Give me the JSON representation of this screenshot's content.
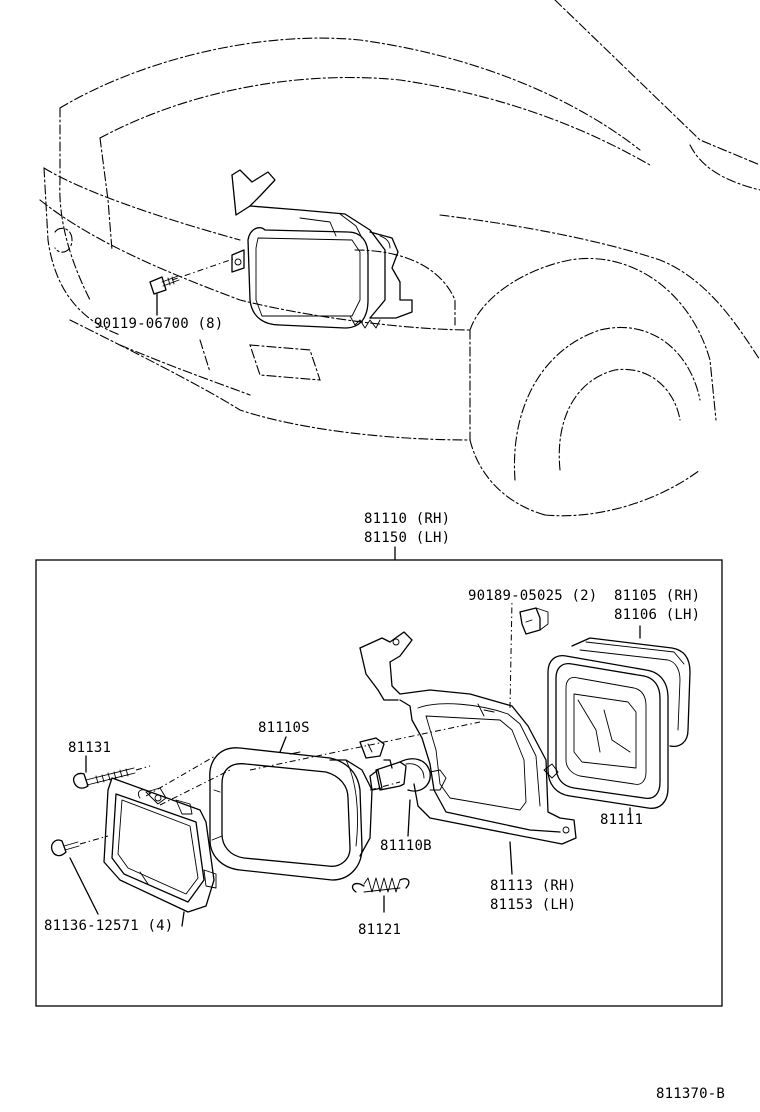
{
  "labels": {
    "top_bolt": "90119-06700 (8)",
    "assy_rh": "81110 (RH)",
    "assy_lh": "81150 (LH)",
    "clip": "90189-05025 (2)",
    "cover_rh": "81105 (RH)",
    "cover_lh": "81106 (LH)",
    "screw": "81131",
    "lamp_unit": "81110S",
    "bulb": "81110B",
    "gasket": "81111",
    "small_screw": "81136-12571 (4)",
    "bracket_rh": "81113 (RH)",
    "bracket_lh": "81153 (LH)",
    "spring": "81121",
    "diagram_id": "811370-B"
  }
}
